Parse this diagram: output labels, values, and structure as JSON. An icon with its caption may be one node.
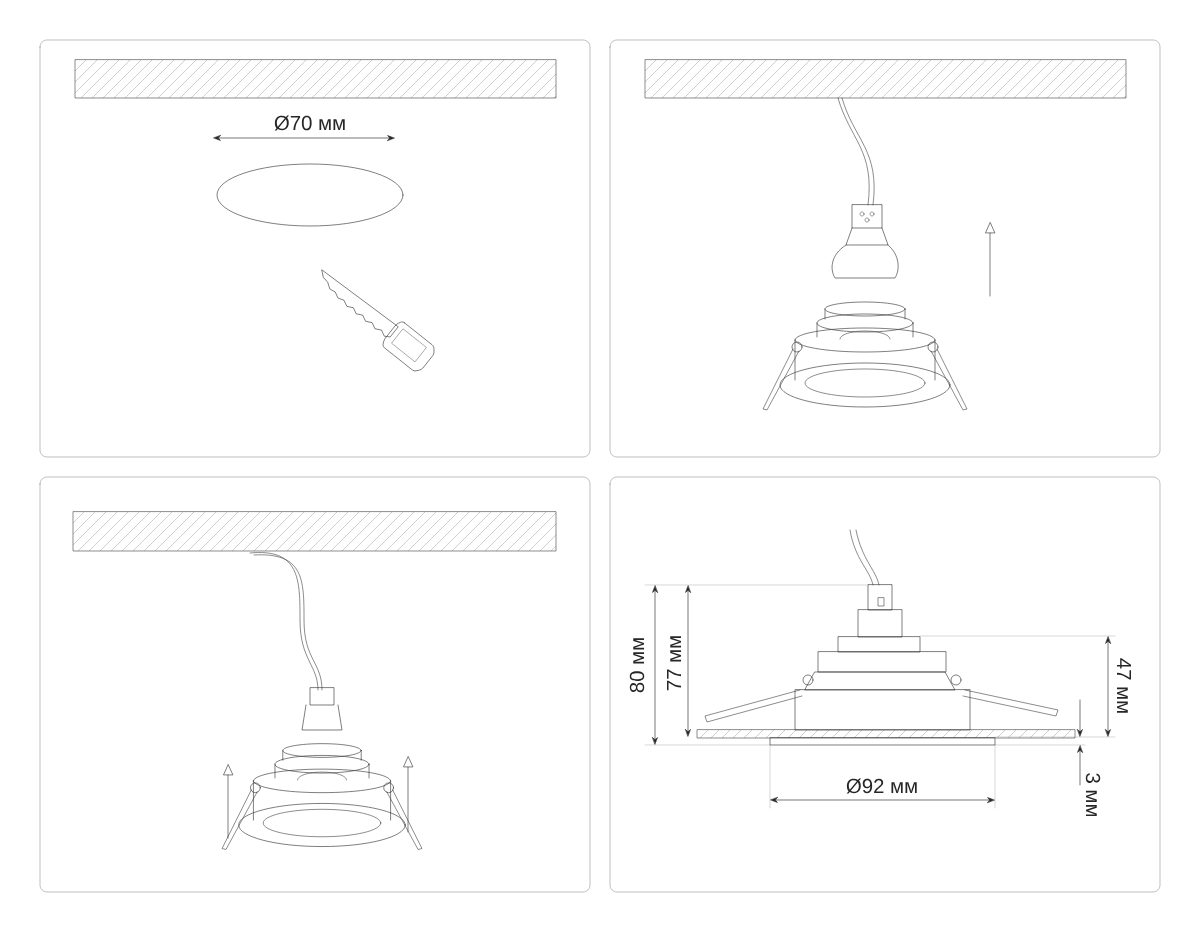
{
  "diagram": {
    "labels": [
      "Ø70 мм",
      "80 мм",
      "77 мм",
      "47 мм",
      "Ø92 мм",
      "3 мм"
    ]
  }
}
